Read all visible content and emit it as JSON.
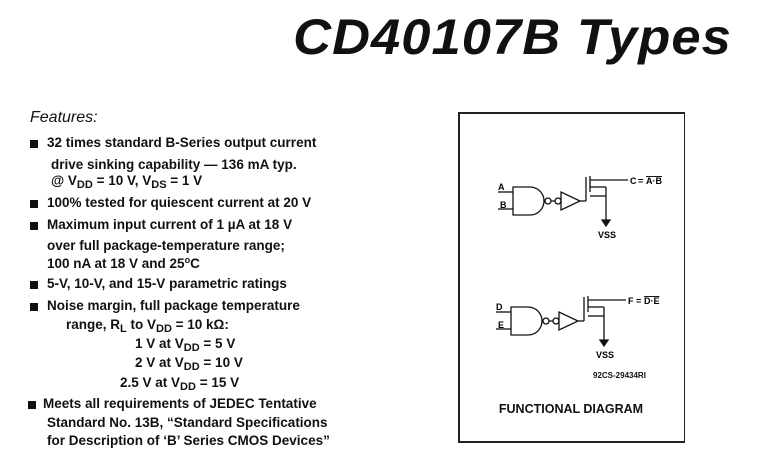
{
  "title": "CD40107B Types",
  "features_heading": "Features:",
  "features": [
    [
      [
        {
          "t": "32 times standard B-Series output current"
        }
      ],
      [
        {
          "t": "drive sinking capability — 136 mA typ."
        }
      ],
      [
        {
          "t": "@ V"
        },
        {
          "t": "DD",
          "sub": 1
        },
        {
          "t": " = 10 V, V"
        },
        {
          "t": "DS",
          "sub": 1
        },
        {
          "t": " = 1 V"
        }
      ]
    ],
    [
      [
        {
          "t": "100% tested for quiescent current at 20 V"
        }
      ]
    ],
    [
      [
        {
          "t": "Maximum input current of 1 µA at 18 V"
        }
      ],
      [
        {
          "t": "over full package-temperature range;"
        }
      ],
      [
        {
          "t": "100 nA at 18 V and 25"
        },
        {
          "t": "o",
          "sup": 1
        },
        {
          "t": "C"
        }
      ]
    ],
    [
      [
        {
          "t": "5-V, 10-V, and 15-V parametric ratings"
        }
      ]
    ],
    [
      [
        {
          "t": "Noise margin, full package temperature"
        }
      ],
      [
        {
          "t": "range, R"
        },
        {
          "t": "L",
          "sub": 1
        },
        {
          "t": " to V"
        },
        {
          "t": "DD",
          "sub": 1
        },
        {
          "t": " = 10 kΩ:"
        }
      ],
      [
        {
          "t": "1 V at V"
        },
        {
          "t": "DD",
          "sub": 1
        },
        {
          "t": " = 5 V"
        }
      ],
      [
        {
          "t": "2 V at V"
        },
        {
          "t": "DD",
          "sub": 1
        },
        {
          "t": " = 10 V"
        }
      ],
      [
        {
          "t": "2.5 V at V"
        },
        {
          "t": "DD",
          "sub": 1
        },
        {
          "t": " = 15 V"
        }
      ]
    ],
    [
      [
        {
          "t": "Meets all requirements of JEDEC Tentative"
        }
      ],
      [
        {
          "t": "Standard No. 13B, “Standard Specifications"
        }
      ],
      [
        {
          "t": "for Description of ‘B’ Series CMOS Devices”"
        }
      ]
    ]
  ],
  "diagram": {
    "gate1": {
      "in1": "A",
      "in2": "B",
      "out": "C = A·B",
      "out_name": "C",
      "out_expr": "A·B",
      "vss": "VSS"
    },
    "gate2": {
      "in1": "D",
      "in2": "E",
      "out": "F = D·E",
      "out_name": "F",
      "out_expr": "D·E",
      "vss": "VSS"
    },
    "code": "92CS-29434RI",
    "caption": "FUNCTIONAL DIAGRAM"
  }
}
